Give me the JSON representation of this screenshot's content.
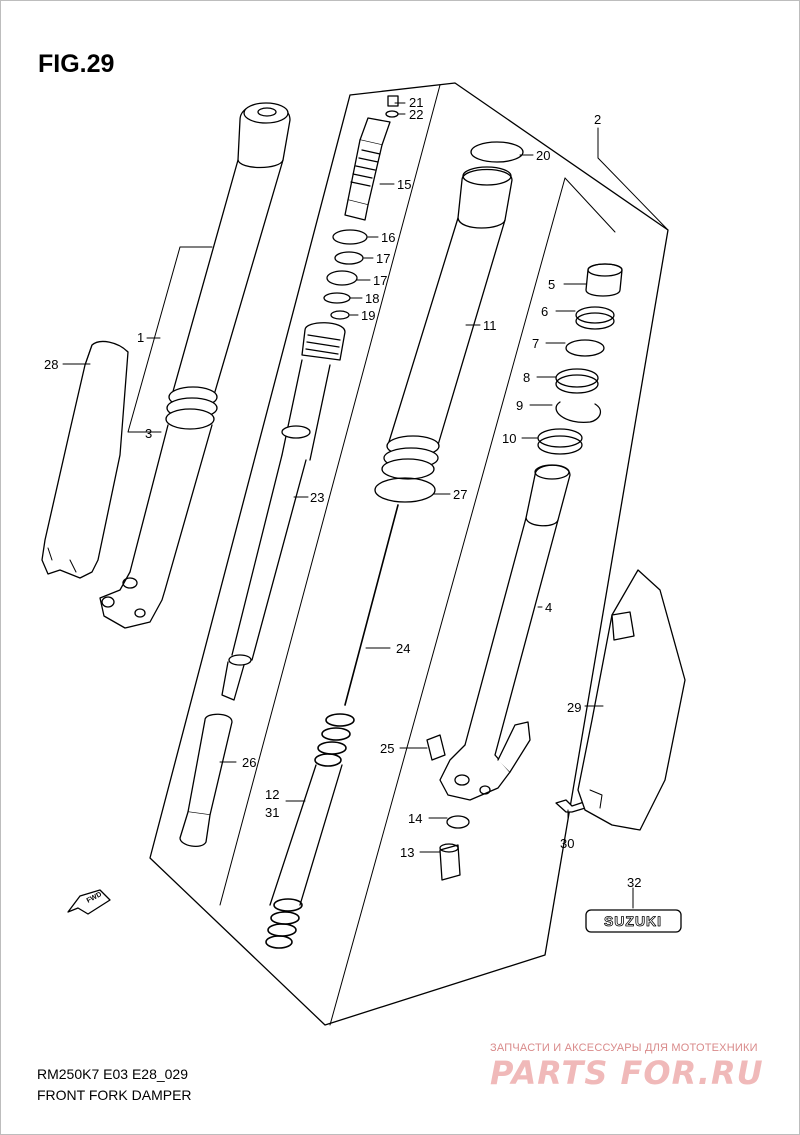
{
  "figure_title": "FIG.29",
  "model_code": "RM250K7 E03 E28_029",
  "diagram_name": "FRONT FORK DAMPER",
  "fwd_label": "FWD",
  "suzuki_label": "SUZUKI",
  "watermark": {
    "tagline": "ЗАПЧАСТИ И АКСЕССУАРЫ ДЛЯ МОТОТЕХНИКИ",
    "logo": "PARTS FOR.RU"
  },
  "callouts": {
    "c1": "1",
    "c2": "2",
    "c3": "3",
    "c4": "4",
    "c5": "5",
    "c6": "6",
    "c7": "7",
    "c8": "8",
    "c9": "9",
    "c10": "10",
    "c11": "11",
    "c12": "12",
    "c13": "13",
    "c14": "14",
    "c15": "15",
    "c16": "16",
    "c17a": "17",
    "c17b": "17",
    "c18": "18",
    "c19": "19",
    "c20": "20",
    "c21": "21",
    "c22": "22",
    "c23": "23",
    "c24": "24",
    "c25": "25",
    "c26": "26",
    "c27": "27",
    "c28": "28",
    "c29": "29",
    "c30": "30",
    "c31": "31",
    "c32": "32"
  }
}
